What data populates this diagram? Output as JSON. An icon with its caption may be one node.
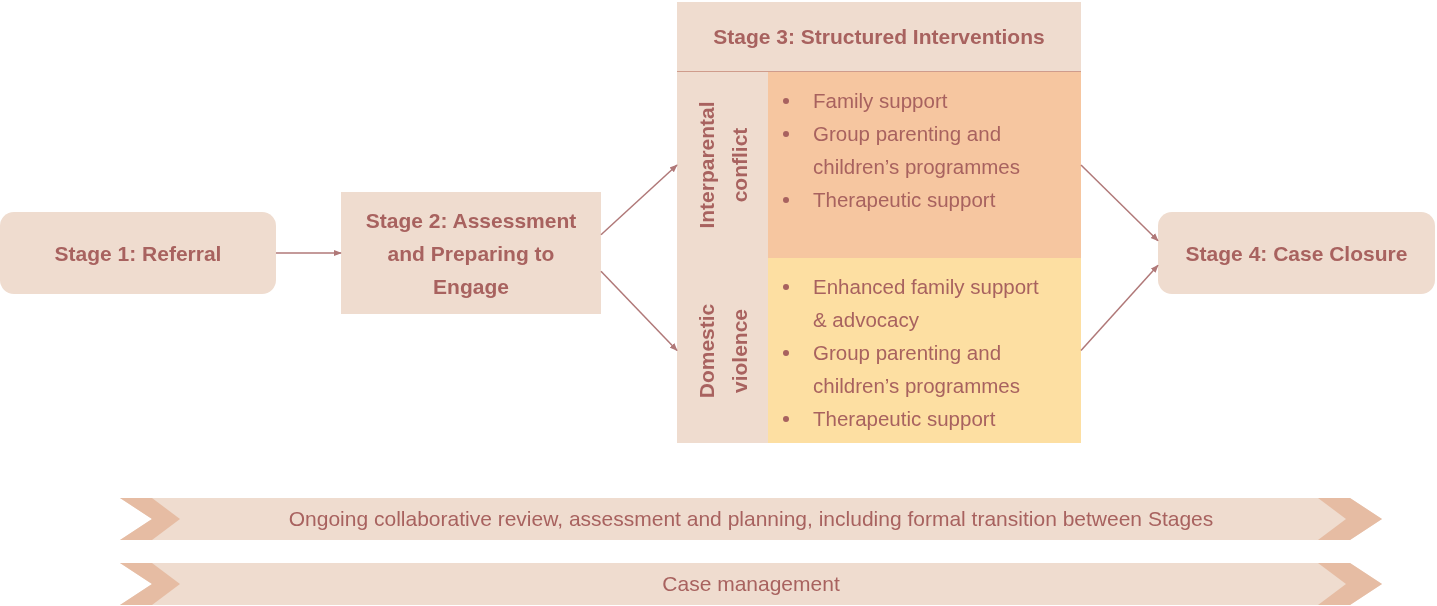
{
  "diagram": {
    "nodes": [
      {
        "text": [
          "Stage 1: Referral"
        ]
      },
      {
        "text": [
          "Stage 2: Assessment and Preparing to Engage"
        ]
      },
      {
        "text": [
          "Stage 3: Structured Interventions"
        ]
      },
      {
        "text": [
          "Interparental conflict",
          "Family support",
          "Group parenting and children’s programmes",
          "Therapeutic support"
        ],
        "in": 2
      },
      {
        "text": [
          "Domestic violence",
          "Enhanced family support & advocacy",
          "Group parenting and children’s programmes",
          "Therapeutic support"
        ],
        "in": 2
      },
      {
        "text": [
          "Stage 4: Case Closure"
        ]
      },
      {
        "text": [
          "Ongoing collaborative review, assessment and planning, including formal transition between Stages"
        ]
      },
      {
        "text": [
          "Case management"
        ]
      }
    ],
    "edges": [
      {
        "from": 0,
        "to": 1,
        "arrow": "to"
      },
      {
        "from": 1,
        "to": 3,
        "arrow": "to"
      },
      {
        "from": 1,
        "to": 4,
        "arrow": "to"
      },
      {
        "from": 3,
        "to": 5,
        "arrow": "to"
      },
      {
        "from": 4,
        "to": 5,
        "arrow": "to"
      }
    ]
  }
}
